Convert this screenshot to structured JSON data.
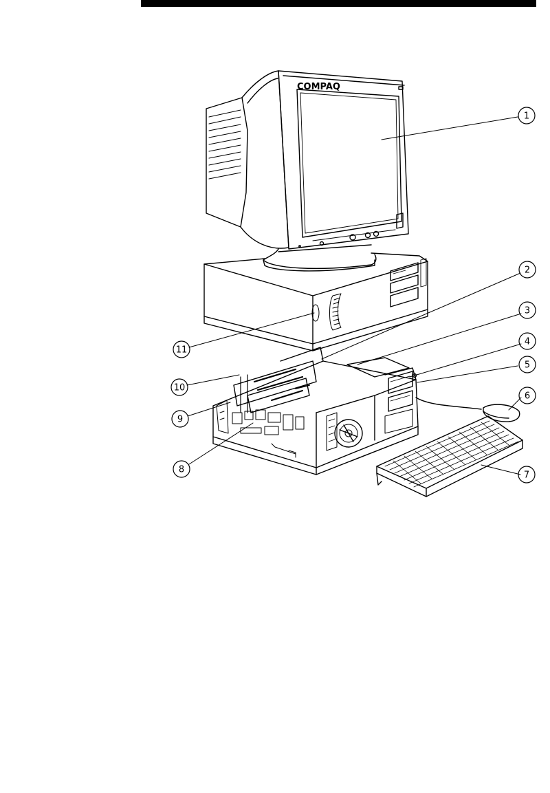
{
  "figure": {
    "monitor_brand": "COMPAQ",
    "callouts": [
      {
        "id": "monitor",
        "number": "1"
      },
      {
        "id": "top-cover",
        "number": "2"
      },
      {
        "id": "drive-cage",
        "number": "3"
      },
      {
        "id": "optical-drive",
        "number": "4"
      },
      {
        "id": "floppy-drive",
        "number": "5"
      },
      {
        "id": "mouse",
        "number": "6"
      },
      {
        "id": "keyboard",
        "number": "7"
      },
      {
        "id": "system-board",
        "number": "8"
      },
      {
        "id": "expansion-slot",
        "number": "9"
      },
      {
        "id": "riser-card",
        "number": "10"
      },
      {
        "id": "front-bezel",
        "number": "11"
      }
    ]
  }
}
